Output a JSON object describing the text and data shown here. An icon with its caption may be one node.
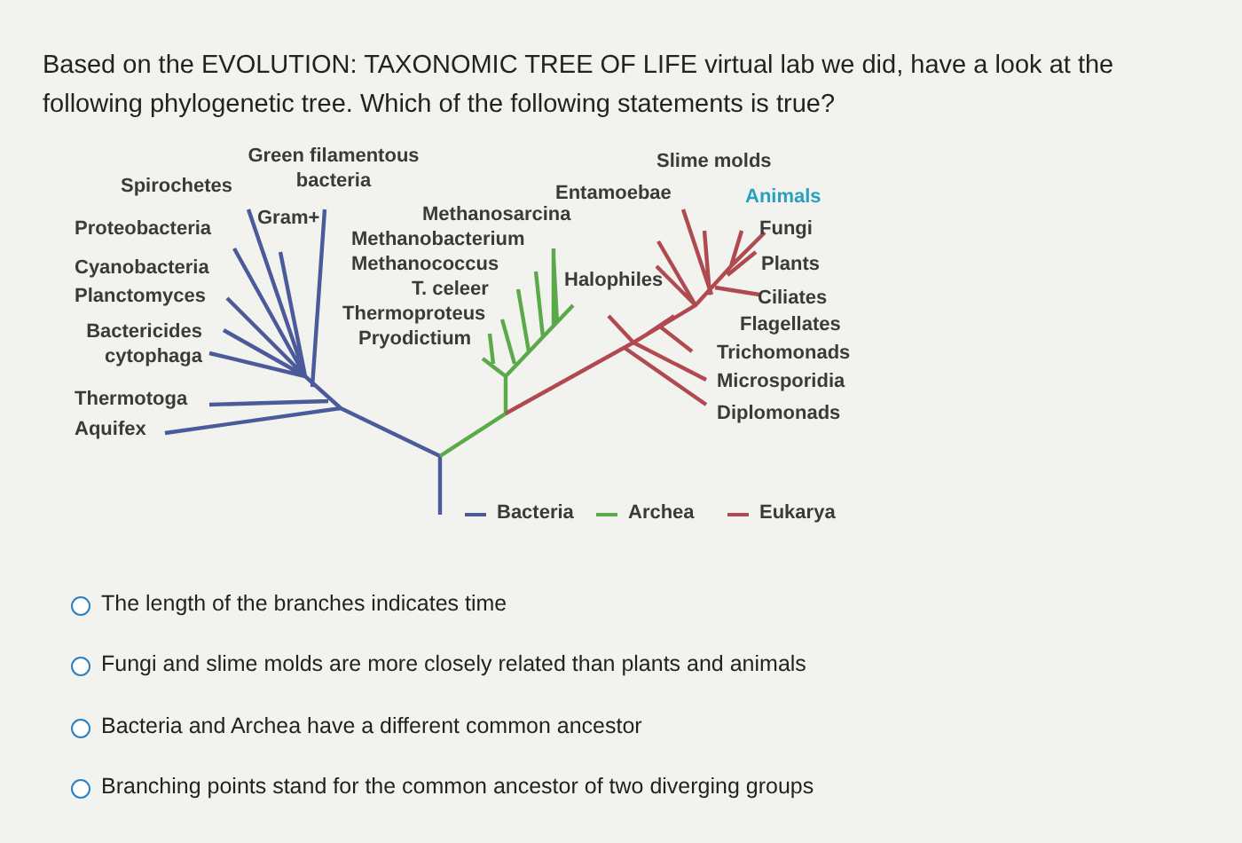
{
  "diagram": {
    "title": "Based on the EVOLUTION: TAXONOMIC TREE OF LIFE virtual lab we did, have a look at the following phylogenetic tree. Which of the following statements is true?",
    "labels": [
      "Green filamentous bacteria",
      "Slime molds",
      "Spirochetes",
      "Entamoebae",
      "Animals",
      "Methanosarcina",
      "Gram+",
      "Proteobacteria",
      "Fungi",
      "Methanobacterium",
      "Methanococcus",
      "Plants",
      "Cyanobacteria",
      "Halophiles",
      "T. celeer",
      "Planctomyces",
      "Ciliates",
      "Thermoproteus",
      "Flagellates",
      "Bactericides cytophaga",
      "Pryodictium",
      "Trichomonads",
      "Microsporidia",
      "Thermotoga",
      "Diplomonads",
      "Aquifex",
      "The length of the branches indicates time",
      "Fungi and slime molds are more closely related than plants and animals",
      "Bacteria and Archea have a different common ancestor",
      "Branching points stand for the common ancestor of two diverging groups"
    ],
    "legend": [
      {
        "text": "Bacteria",
        "color": "#4a5a9a"
      },
      {
        "text": "Archea",
        "color": "#5aaa4a"
      },
      {
        "text": "Eukarya",
        "color": "#b04a50"
      }
    ]
  }
}
